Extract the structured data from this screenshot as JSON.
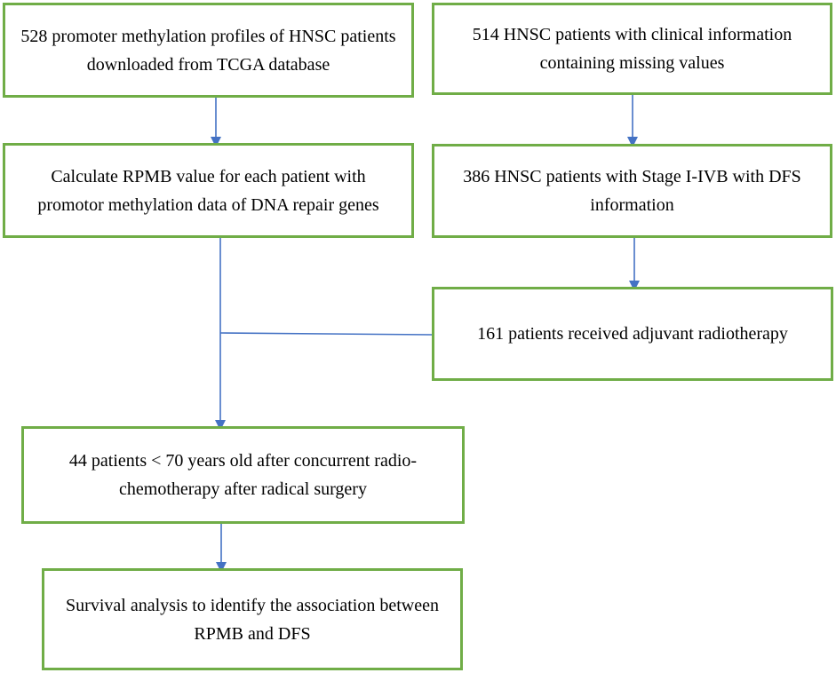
{
  "colors": {
    "box_border": "#70ad47",
    "arrow": "#4472c4",
    "text": "#000000"
  },
  "boxes": {
    "tcga_profiles": "528 promoter methylation profiles of HNSC patients downloaded from TCGA database",
    "clinical_info": "514 HNSC patients with clinical information containing missing values",
    "calculate_rpmb": "Calculate RPMB value for each patient with promotor methylation data of DNA repair genes",
    "stage_dfs": "386 HNSC patients with Stage I-IVB with DFS information",
    "adjuvant_radiotherapy": "161 patients received adjuvant radiotherapy",
    "under_70": "44 patients < 70 years old after concurrent radio-chemotherapy after radical surgery",
    "survival_analysis": "Survival analysis to identify the association between RPMB and DFS"
  }
}
